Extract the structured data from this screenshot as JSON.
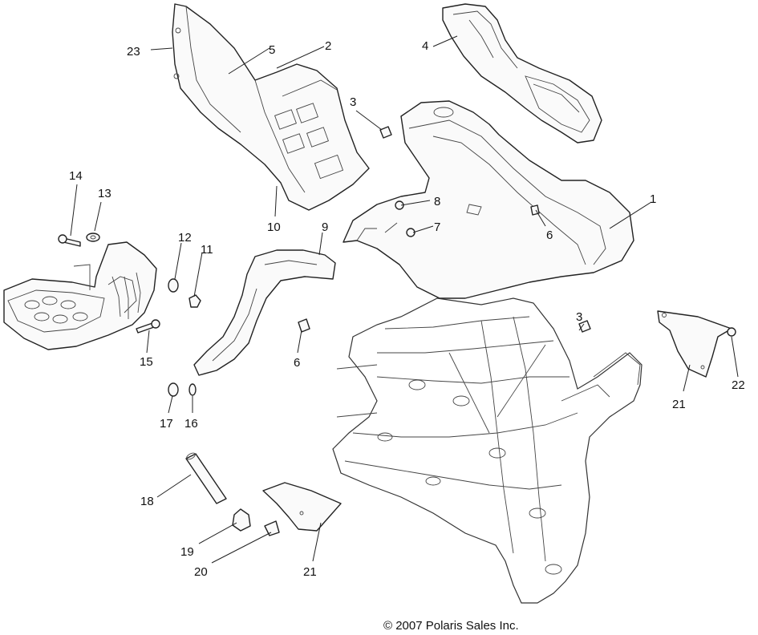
{
  "diagram": {
    "callouts": {
      "c1": "1",
      "c2": "2",
      "c3a": "3",
      "c3b": "3",
      "c4": "4",
      "c5": "5",
      "c6a": "6",
      "c6b": "6",
      "c7": "7",
      "c8": "8",
      "c9": "9",
      "c10": "10",
      "c11": "11",
      "c12": "12",
      "c13": "13",
      "c14": "14",
      "c15": "15",
      "c16": "16",
      "c17": "17",
      "c18": "18",
      "c19": "19",
      "c20": "20",
      "c21a": "21",
      "c21b": "21",
      "c22": "22",
      "c23": "23"
    },
    "copyright": "© 2007 Polaris Sales Inc."
  }
}
